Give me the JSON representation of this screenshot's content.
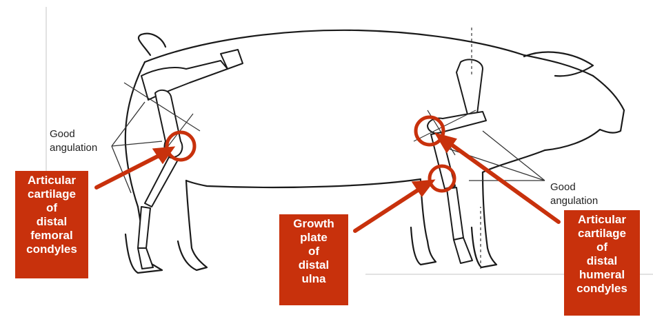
{
  "labels": {
    "good_angulation_left": [
      "Good",
      "angulation"
    ],
    "good_angulation_right": [
      "Good",
      "angulation"
    ]
  },
  "callouts": {
    "femoral": [
      "Articular",
      "cartilage",
      "of",
      "distal",
      "femoral",
      "condyles"
    ],
    "ulna": [
      "Growth",
      "plate",
      "of",
      "distal",
      "ulna"
    ],
    "humeral": [
      "Articular",
      "cartilage",
      "of",
      "distal",
      "humeral",
      "condyles"
    ]
  },
  "colors": {
    "callout_fill": "#c8310c",
    "callout_text": "#ffffff",
    "outline": "#1a1a1a",
    "accent": "#c8310c"
  }
}
